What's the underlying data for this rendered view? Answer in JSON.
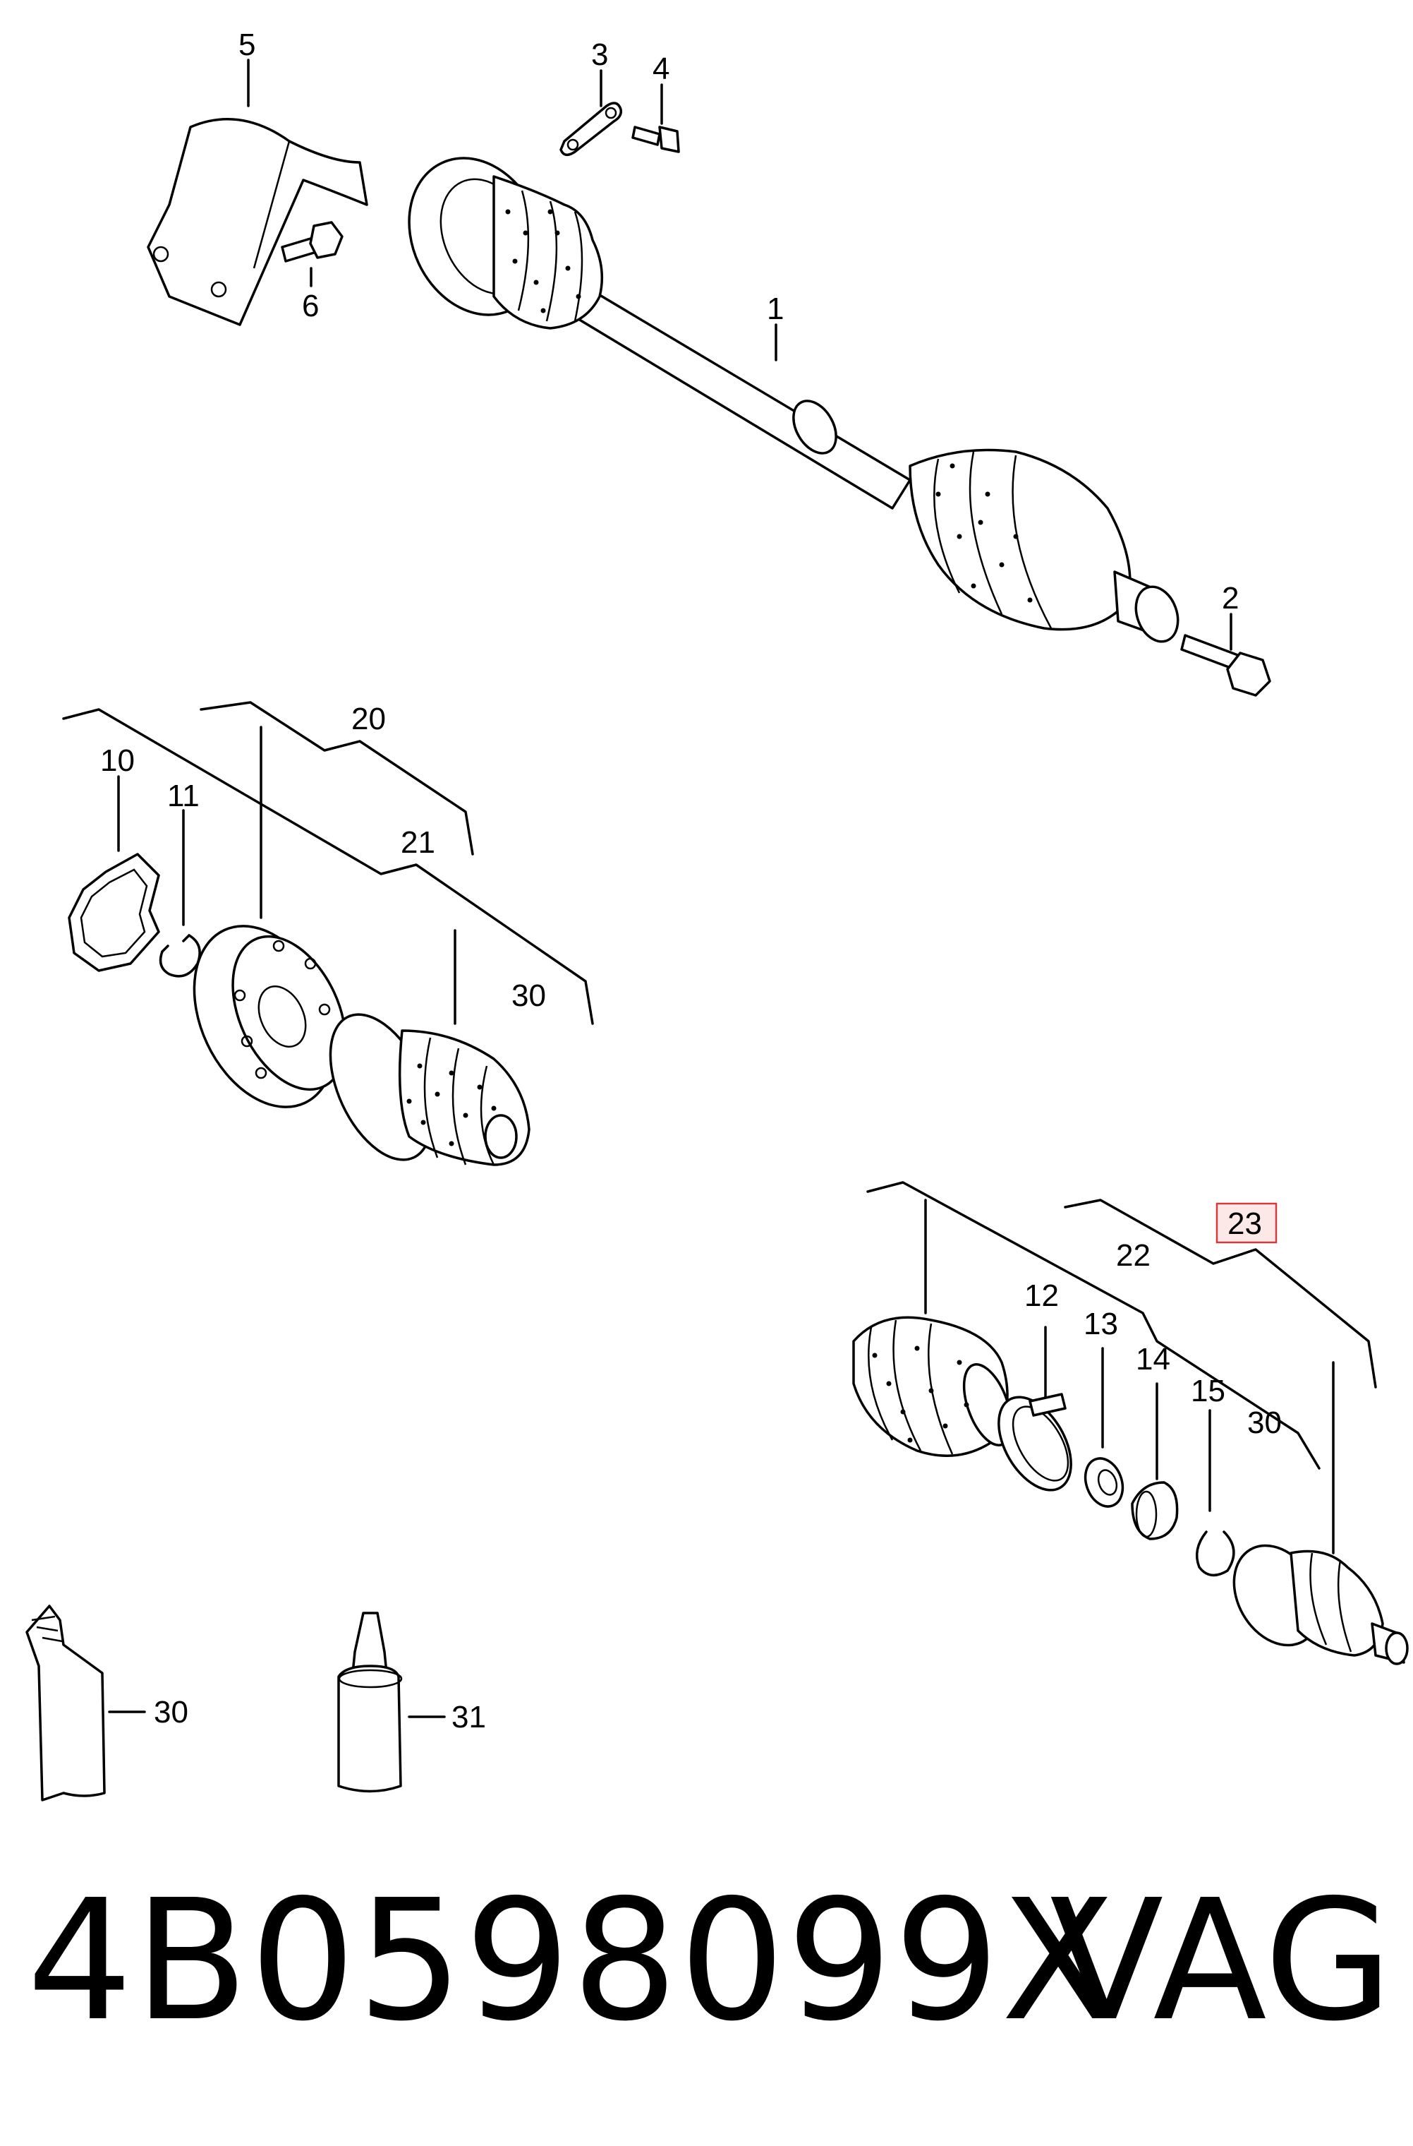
{
  "callouts": {
    "c1": "1",
    "c2": "2",
    "c3": "3",
    "c4": "4",
    "c5": "5",
    "c6": "6",
    "c10": "10",
    "c11": "11",
    "c12": "12",
    "c13": "13",
    "c14": "14",
    "c15": "15",
    "c20": "20",
    "c21": "21",
    "c22": "22",
    "c23": "23",
    "c30a": "30",
    "c30b": "30",
    "c30c": "30",
    "c31": "31"
  },
  "footer": {
    "part_number": "4B0598099X",
    "brand": "VAG"
  },
  "colors": {
    "highlight": "#d43c3c",
    "ink": "#000000"
  }
}
